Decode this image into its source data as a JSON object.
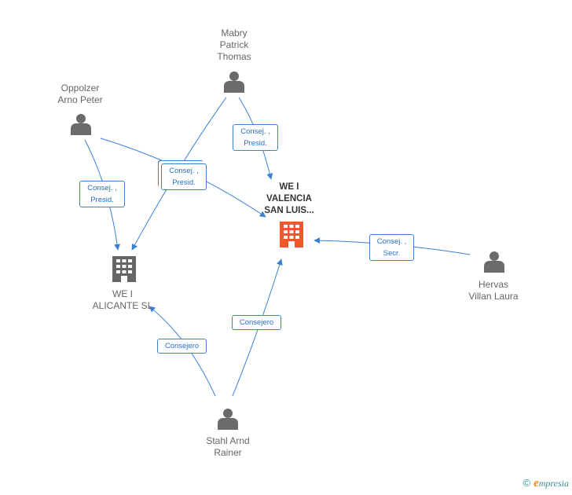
{
  "nodes": {
    "mabry": {
      "label": "Mabry\nPatrick\nThomas",
      "icon": "person-icon"
    },
    "oppolzer": {
      "label": "Oppolzer\nArno Peter",
      "icon": "person-icon"
    },
    "wei_valencia": {
      "label": "WE I\nVALENCIA\nSAN LUIS...",
      "icon": "building-icon",
      "color": "#f0582b"
    },
    "wei_alicante": {
      "label": "WE I\nALICANTE SL",
      "icon": "building-icon",
      "color": "#666666"
    },
    "hervas": {
      "label": "Hervas\nVillan Laura",
      "icon": "person-icon"
    },
    "stahl": {
      "label": "Stahl Arnd\nRainer",
      "icon": "person-icon"
    }
  },
  "edges": {
    "mabry_valencia": "Consej. ,\nPresid.",
    "shared_presid": "Consej. ,\nPresid.",
    "oppolzer_alicante": "Consej. ,\nPresid.",
    "hervas_valencia": "Consej. ,\nSecr.",
    "stahl_valencia": "Consejero",
    "stahl_alicante": "Consejero"
  },
  "colors": {
    "edge": "#3b82d4",
    "person": "#6b6b6b",
    "company_main": "#f0582b",
    "company_other": "#666666"
  },
  "brand": {
    "copyright": "©",
    "e": "e",
    "rest": "mpresia"
  }
}
